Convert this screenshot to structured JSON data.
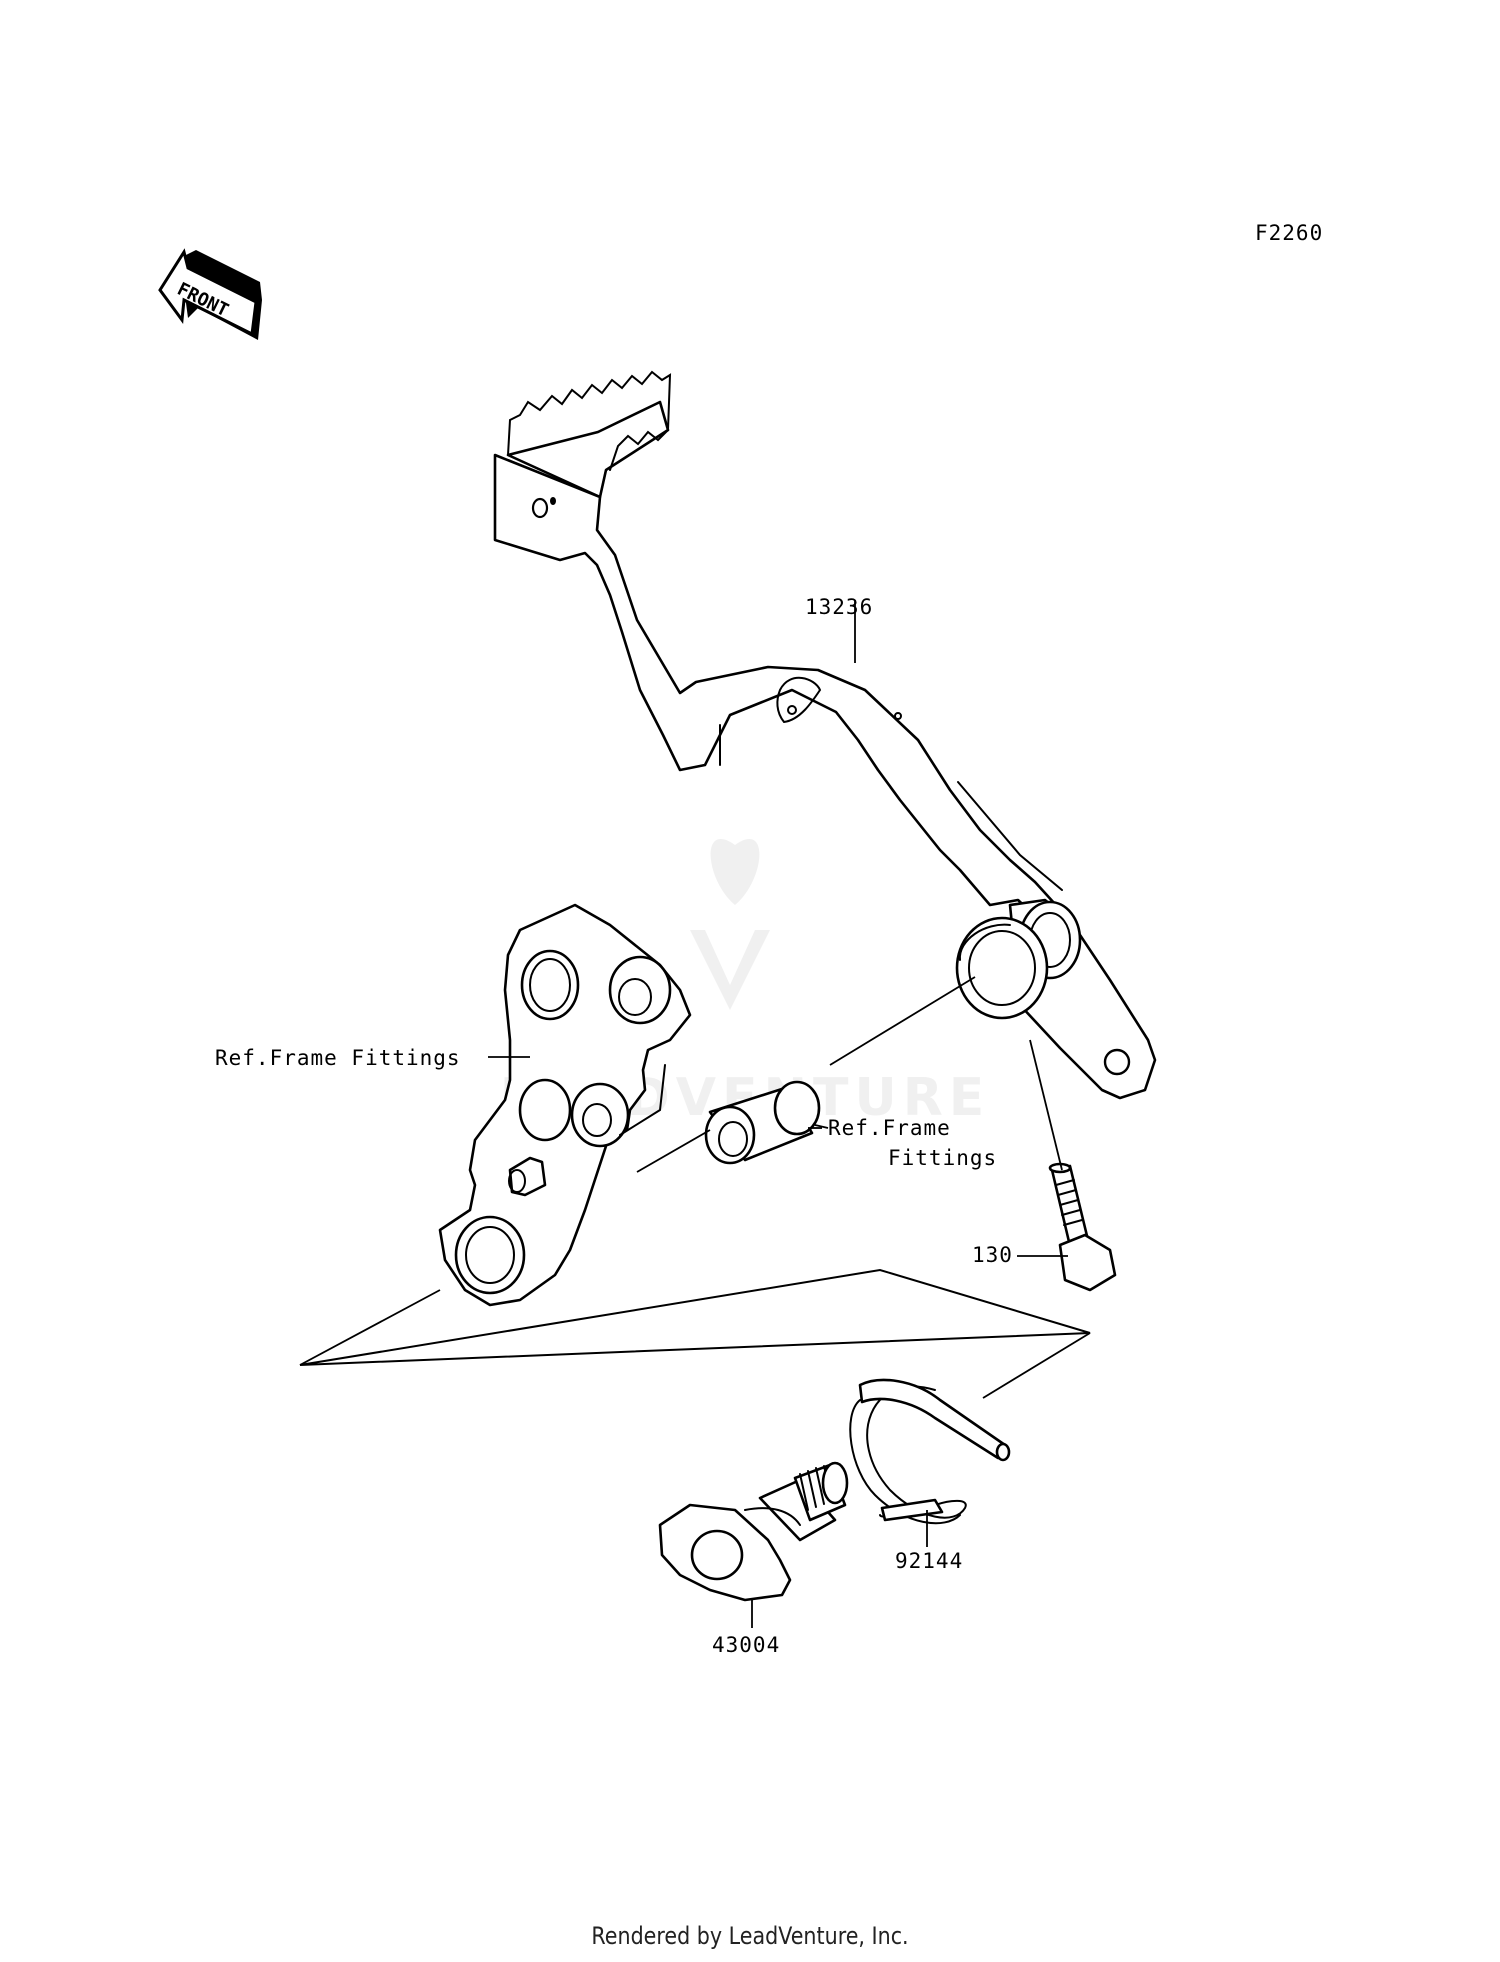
{
  "diagram_code": "F2260",
  "front_arrow_text": "FRONT",
  "watermark_text": "LEADVENTURE",
  "labels": {
    "pedal": "13236",
    "ref_frame_left": "Ref.Frame Fittings",
    "ref_frame_center_line1": "Ref.Frame",
    "ref_frame_center_line2": "Fittings",
    "bolt": "130",
    "spring": "92144",
    "shaft": "43004"
  },
  "footer": "Rendered by LeadVenture, Inc.",
  "colors": {
    "line": "#000000",
    "background": "#ffffff",
    "watermark": "#e6e6e6"
  }
}
